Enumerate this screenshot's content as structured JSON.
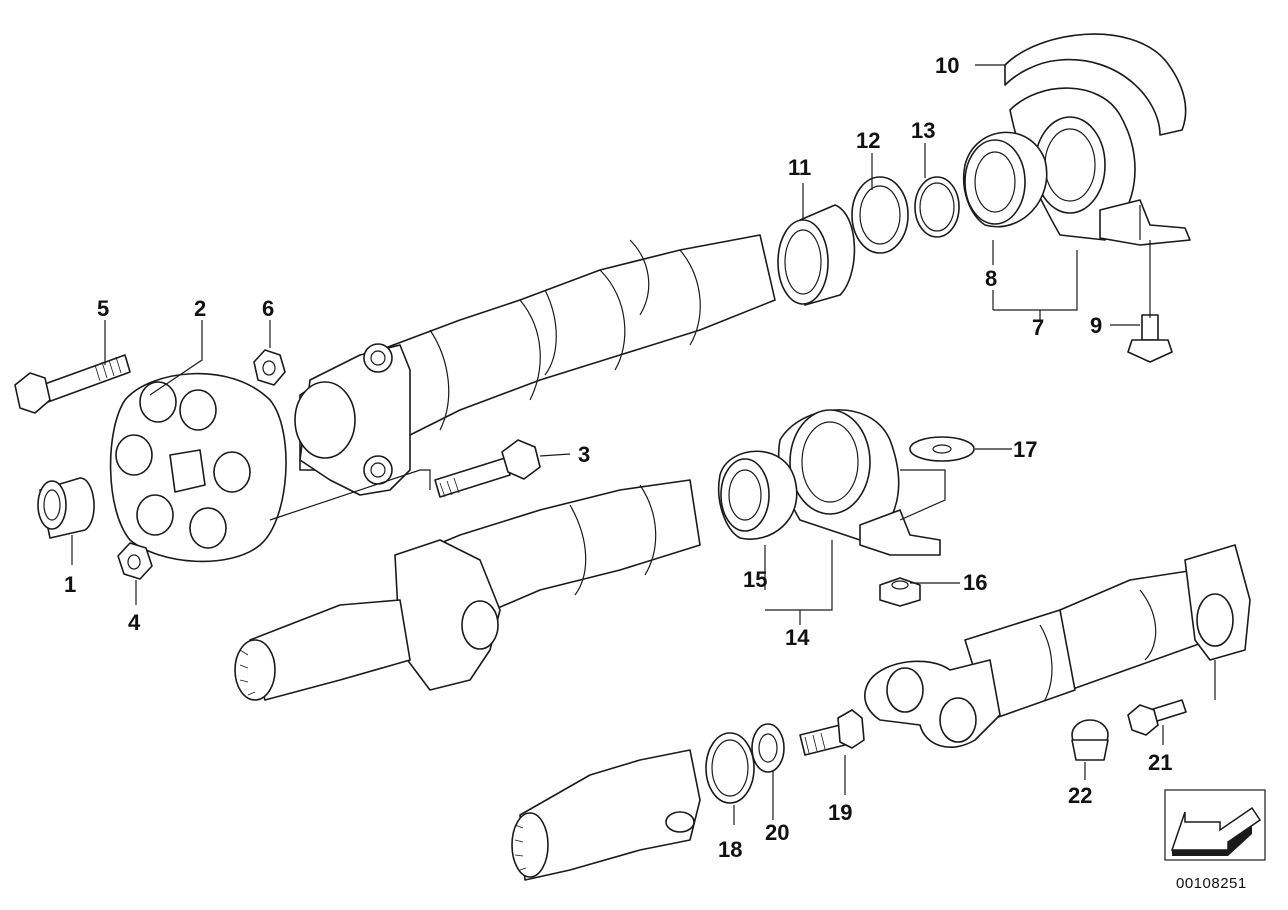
{
  "callouts": [
    {
      "id": "1",
      "label": "1"
    },
    {
      "id": "2",
      "label": "2"
    },
    {
      "id": "3",
      "label": "3"
    },
    {
      "id": "4",
      "label": "4"
    },
    {
      "id": "5",
      "label": "5"
    },
    {
      "id": "6",
      "label": "6"
    },
    {
      "id": "7",
      "label": "7"
    },
    {
      "id": "8",
      "label": "8"
    },
    {
      "id": "9",
      "label": "9"
    },
    {
      "id": "10",
      "label": "10"
    },
    {
      "id": "11",
      "label": "11"
    },
    {
      "id": "12",
      "label": "12"
    },
    {
      "id": "13",
      "label": "13"
    },
    {
      "id": "14",
      "label": "14"
    },
    {
      "id": "15",
      "label": "15"
    },
    {
      "id": "16",
      "label": "16"
    },
    {
      "id": "17",
      "label": "17"
    },
    {
      "id": "18",
      "label": "18"
    },
    {
      "id": "19",
      "label": "19"
    },
    {
      "id": "20",
      "label": "20"
    },
    {
      "id": "21",
      "label": "21"
    },
    {
      "id": "22",
      "label": "22"
    }
  ],
  "diagram_ref": "00108251",
  "icons": {
    "direction_arrow": "arrow-icon"
  }
}
